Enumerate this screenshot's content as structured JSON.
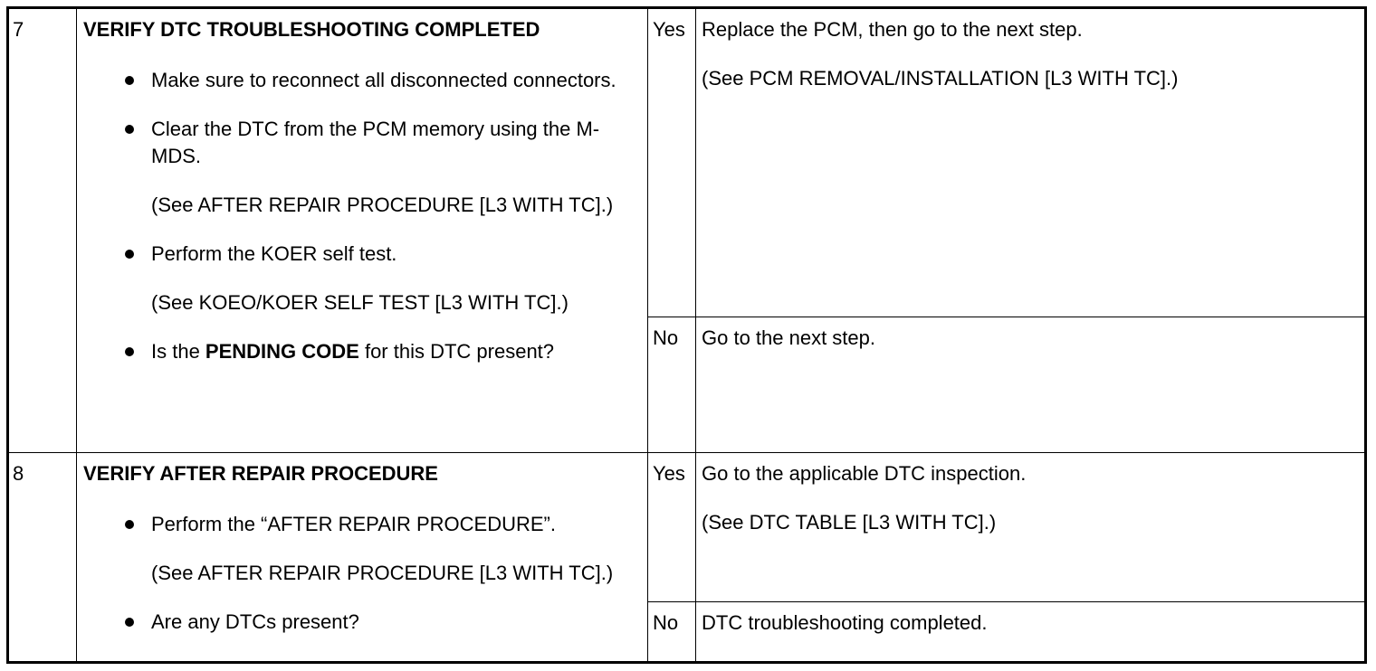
{
  "steps": [
    {
      "number": "7",
      "title": "VERIFY DTC TROUBLESHOOTING COMPLETED",
      "items": [
        {
          "type": "bullet",
          "text": "Make sure to reconnect all disconnected connectors."
        },
        {
          "type": "bullet",
          "text": "Clear the DTC from the PCM memory using the M-MDS."
        },
        {
          "type": "ref",
          "text": "(See AFTER REPAIR PROCEDURE [L3 WITH TC].)"
        },
        {
          "type": "bullet",
          "text": "Perform the KOER self test."
        },
        {
          "type": "ref",
          "text": "(See KOEO/KOER SELF TEST [L3 WITH TC].)"
        },
        {
          "type": "bullet",
          "text_before": "Is the ",
          "text_bold": "PENDING CODE",
          "text_after": " for this DTC present?"
        }
      ],
      "yes": {
        "label": "Yes",
        "lines": [
          "Replace the PCM, then go to the next step.",
          "(See PCM REMOVAL/INSTALLATION [L3 WITH TC].)"
        ]
      },
      "no": {
        "label": "No",
        "lines": [
          "Go to the next step."
        ]
      }
    },
    {
      "number": "8",
      "title": "VERIFY AFTER REPAIR PROCEDURE",
      "items": [
        {
          "type": "bullet",
          "text": "Perform the “AFTER REPAIR PROCEDURE”."
        },
        {
          "type": "ref",
          "text": "(See AFTER REPAIR PROCEDURE [L3 WITH TC].)"
        },
        {
          "type": "bullet",
          "text": "Are any DTCs present?"
        }
      ],
      "yes": {
        "label": "Yes",
        "lines": [
          "Go to the applicable DTC inspection.",
          "(See DTC TABLE [L3 WITH TC].)"
        ]
      },
      "no": {
        "label": "No",
        "lines": [
          "DTC troubleshooting completed."
        ]
      }
    }
  ]
}
